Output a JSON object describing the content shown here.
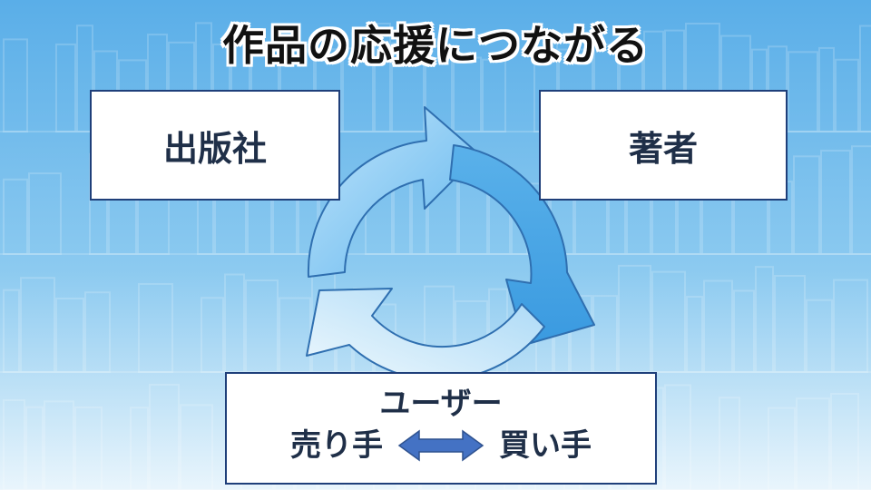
{
  "title": "作品の応援につながる",
  "nodes": {
    "publisher": "出版社",
    "author": "著者",
    "user": {
      "label": "ユーザー",
      "seller": "売り手",
      "buyer": "買い手"
    }
  },
  "icons": [
    "cycle-arrows-icon",
    "double-arrow-icon"
  ],
  "colors": {
    "box_border": "#1f3f7a",
    "box_text": "#1f2f48",
    "arrow_dark": "#3a9ae0",
    "arrow_light": "#dff1fb",
    "double_arrow": "#4472c4",
    "background_top": "#5aaee8",
    "background_bottom": "#e9f5fc"
  }
}
